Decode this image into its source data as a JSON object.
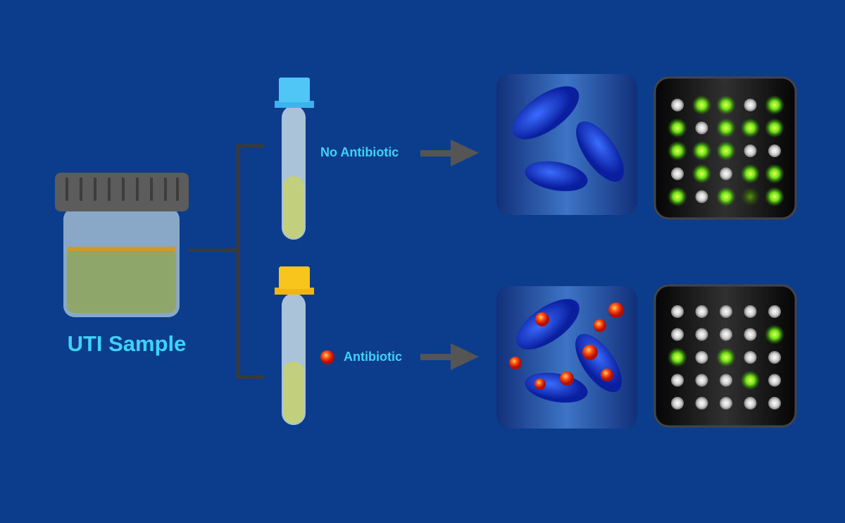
{
  "sample_label": "UTI Sample",
  "conditions": [
    {
      "label": "No Antibiotic",
      "cap_color": "#3bb4ee",
      "grid": [
        [
          "w",
          "g",
          "g",
          "w",
          "g"
        ],
        [
          "g",
          "w",
          "g",
          "g",
          "g"
        ],
        [
          "g",
          "g",
          "g",
          "w",
          "w"
        ],
        [
          "w",
          "g",
          "w",
          "g",
          "g"
        ],
        [
          "g",
          "w",
          "g",
          "d",
          "g"
        ]
      ]
    },
    {
      "label": "Antibiotic",
      "cap_color": "#f7c51c",
      "grid": [
        [
          "w",
          "w",
          "w",
          "w",
          "w"
        ],
        [
          "w",
          "w",
          "w",
          "w",
          "g"
        ],
        [
          "g",
          "w",
          "g",
          "w",
          "w"
        ],
        [
          "w",
          "w",
          "w",
          "g",
          "w"
        ],
        [
          "w",
          "w",
          "w",
          "w",
          "w"
        ]
      ]
    }
  ],
  "colors": {
    "background": "#0c3d8c",
    "label": "#3fd2f7",
    "green": "#8cff2a",
    "white": "#e8e8e8",
    "antibiotic": "#ff5a1a"
  }
}
